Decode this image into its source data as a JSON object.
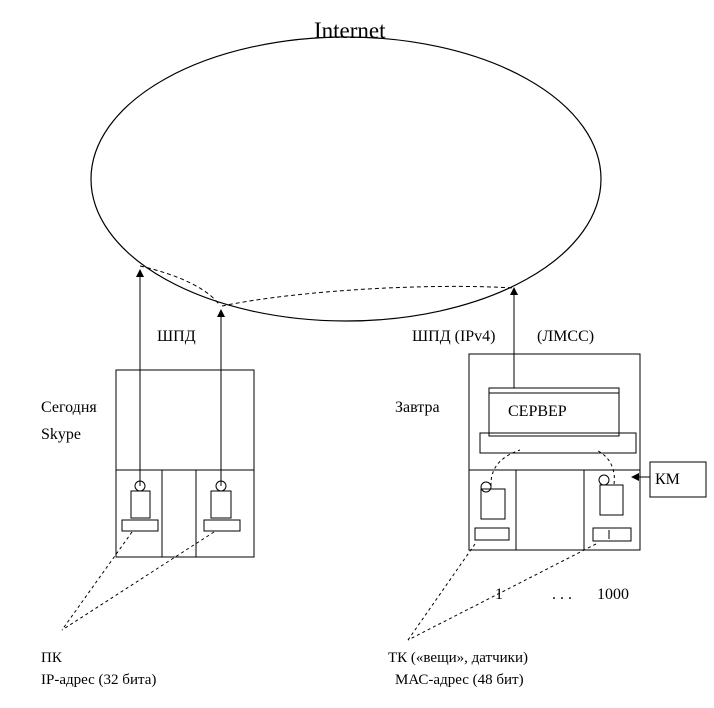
{
  "title": "Internet",
  "left": {
    "link_label": "ШПД",
    "caption_line1": "Сегодня",
    "caption_line2": "Skype",
    "device_label": "ПК",
    "address_label": "IP-адрес (32 бита)"
  },
  "right": {
    "link_label": "ШПД (IPv4)",
    "org_label": "(ЛМСС)",
    "caption": "Завтра",
    "server_label": "СЕРВЕР",
    "km_label": "КМ",
    "count_start": "1",
    "count_dots": ". . .",
    "count_end": "1000",
    "device_label": "ТК («вещи», датчики)",
    "address_label": "МАС-адрес (48 бит)"
  }
}
